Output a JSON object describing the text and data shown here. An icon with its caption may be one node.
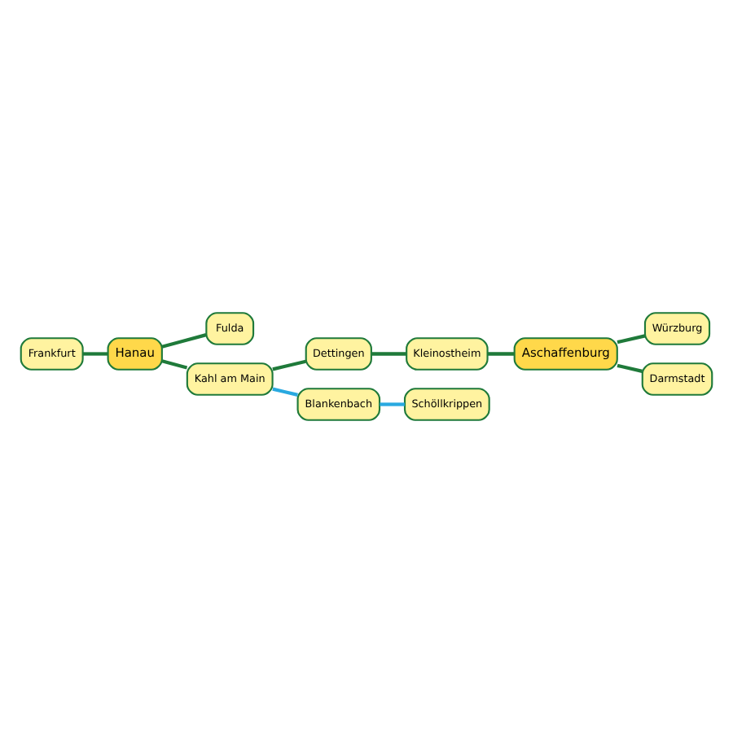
{
  "diagram": {
    "nodes": [
      {
        "text": [
          "Frankfurt"
        ]
      },
      {
        "text": [
          "Hanau"
        ]
      },
      {
        "text": [
          "Fulda"
        ]
      },
      {
        "text": [
          "Kahl am Main"
        ]
      },
      {
        "text": [
          "Dettingen"
        ]
      },
      {
        "text": [
          "Kleinostheim"
        ]
      },
      {
        "text": [
          "Aschaffenburg"
        ]
      },
      {
        "text": [
          "Würzburg"
        ]
      },
      {
        "text": [
          "Darmstadt"
        ]
      },
      {
        "text": [
          "Blankenbach"
        ]
      },
      {
        "text": [
          "Schöllkrippen"
        ]
      }
    ],
    "edges": [
      {
        "from": 0,
        "to": 1,
        "arrow": "none"
      },
      {
        "from": 1,
        "to": 2,
        "arrow": "none"
      },
      {
        "from": 1,
        "to": 3,
        "arrow": "none"
      },
      {
        "from": 3,
        "to": 4,
        "arrow": "none"
      },
      {
        "from": 4,
        "to": 5,
        "arrow": "none"
      },
      {
        "from": 5,
        "to": 6,
        "arrow": "none"
      },
      {
        "from": 6,
        "to": 7,
        "arrow": "none"
      },
      {
        "from": 6,
        "to": 8,
        "arrow": "none"
      },
      {
        "from": 3,
        "to": 9,
        "arrow": "none",
        "color": "#29a9e0"
      },
      {
        "from": 9,
        "to": 10,
        "arrow": "none",
        "color": "#29a9e0"
      }
    ]
  }
}
